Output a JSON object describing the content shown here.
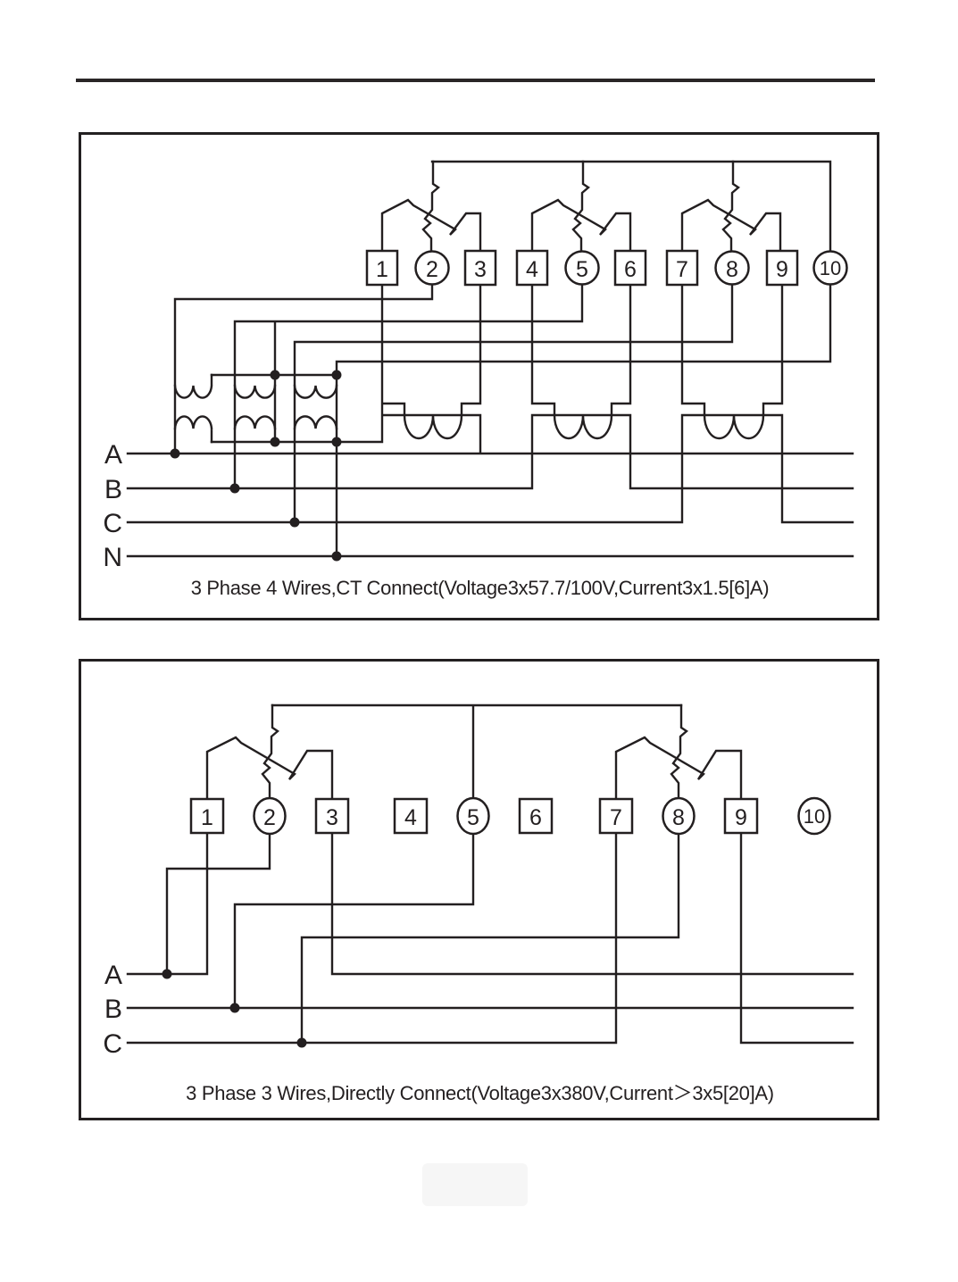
{
  "diagram1": {
    "caption": "3 Phase 4 Wires,CT Connect(Voltage3x57.7/100V,Current3x1.5[6]A)",
    "terminals": [
      "1",
      "2",
      "3",
      "4",
      "5",
      "6",
      "7",
      "8",
      "9",
      "10"
    ],
    "phases": [
      "A",
      "B",
      "C",
      "N"
    ]
  },
  "diagram2": {
    "caption": "3 Phase 3 Wires,Directly Connect(Voltage3x380V,Current＞3x5[20]A)",
    "terminals": [
      "1",
      "2",
      "3",
      "4",
      "5",
      "6",
      "7",
      "8",
      "9",
      "10"
    ],
    "phases": [
      "A",
      "B",
      "C"
    ]
  },
  "colors": {
    "ink": "#231f20",
    "paper": "#ffffff"
  }
}
